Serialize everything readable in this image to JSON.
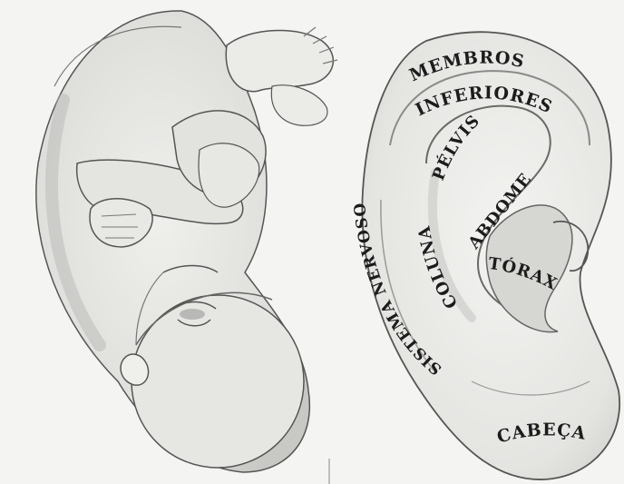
{
  "labels": {
    "membros": "MEMBROS",
    "inferiores": "INFERIORES",
    "pelvis": "PÉLVIS",
    "abdome": "ABDOME",
    "coluna": "COLUNA",
    "torax": "TÓRAX",
    "sistema_nervoso": "SISTEMA NERVOSO",
    "cabeca": "CABEÇA"
  },
  "colors": {
    "background": "#f4f4f2",
    "ink": "#1c1c1c",
    "fetus_fill": "#e3e3e0",
    "ear_fill": "#ececea",
    "shade": "#c9c9c6",
    "outline": "#555555"
  }
}
